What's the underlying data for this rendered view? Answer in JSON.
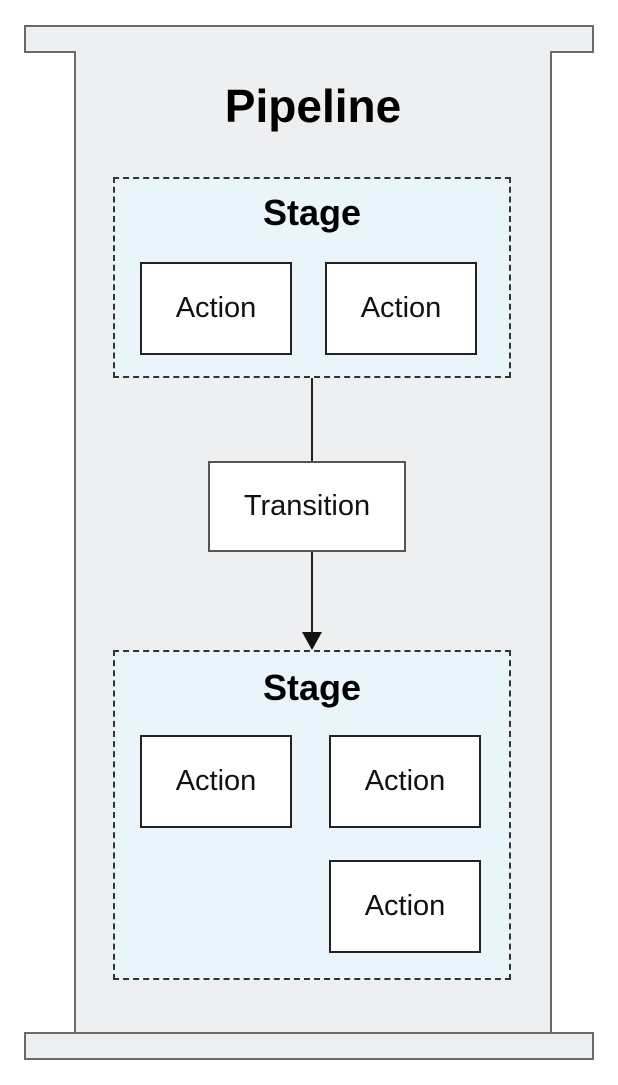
{
  "diagram": {
    "title": "Pipeline",
    "stages": [
      {
        "label": "Stage",
        "actions": [
          "Action",
          "Action"
        ]
      },
      {
        "label": "Stage",
        "actions": [
          "Action",
          "Action",
          "Action"
        ]
      }
    ],
    "transition": {
      "label": "Transition"
    }
  }
}
